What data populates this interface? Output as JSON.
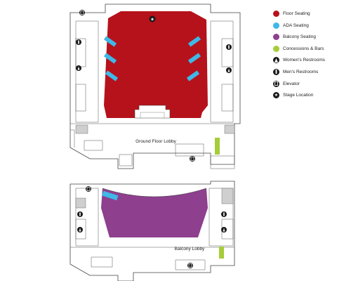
{
  "colors": {
    "floor_seating": "#b5121b",
    "ada_seating": "#3fb8e8",
    "balcony_seating": "#8e3f8e",
    "concessions": "#a5cd39",
    "icon_dark": "#1a1a1a"
  },
  "legend": [
    {
      "id": "floor",
      "label": "Floor Seating",
      "icon": "red-dot",
      "color": "#b5121b"
    },
    {
      "id": "ada",
      "label": "ADA Seating",
      "icon": "blue-dot",
      "color": "#3fb8e8"
    },
    {
      "id": "balcony",
      "label": "Balcony Seating",
      "icon": "purple-dot",
      "color": "#8e3f8e"
    },
    {
      "id": "concessions",
      "label": "Concessions & Bars",
      "icon": "green-dot",
      "color": "#a5cd39"
    },
    {
      "id": "womens",
      "label": "Women's Restrooms",
      "icon": "womens-restroom-icon",
      "color": "#1a1a1a"
    },
    {
      "id": "mens",
      "label": "Men's Restrooms",
      "icon": "mens-restroom-icon",
      "color": "#1a1a1a"
    },
    {
      "id": "elevator",
      "label": "Elevator",
      "icon": "elevator-icon",
      "color": "#1a1a1a"
    },
    {
      "id": "stage",
      "label": "Stage Location",
      "icon": "star-icon",
      "color": "#1a1a1a"
    }
  ],
  "labels": {
    "ground_lobby": "Ground Floor Lobby",
    "balcony_lobby": "Balcony Lobby"
  }
}
